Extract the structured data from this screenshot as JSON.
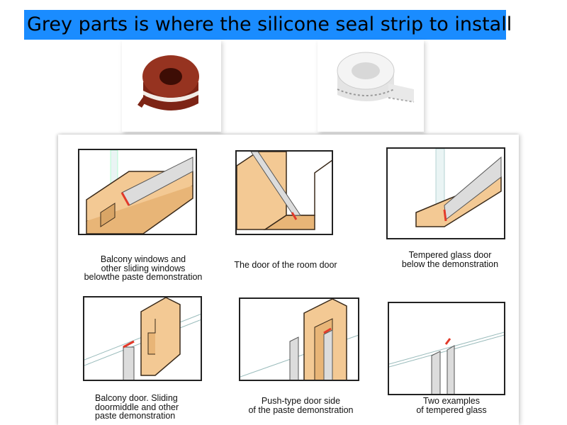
{
  "banner": {
    "text": "Grey parts is where the silicone seal strip to install"
  },
  "products": [
    {
      "name": "brown-seal-roll",
      "color": "#8a2b1a"
    },
    {
      "name": "white-seal-roll",
      "color": "#eeeeee"
    }
  ],
  "colors": {
    "banner_bg": "#1a8cff",
    "wood": "#f3c994",
    "wood_edge": "#3a2a1a",
    "seal": "#d9d9d9",
    "adhesive": "#e23a2a",
    "glass": "#eaf4f4"
  },
  "captions": [
    "Balcony windows and\nother sliding windows\nbelowthe paste demonstration",
    "The door of the room door",
    "Tempered glass door\nbelow the demonstration",
    "Balcony door. Sliding\ndoormiddle and other\npaste demonstration",
    "Push-type door side\nof the paste demonstration",
    "Two examples\nof tempered glass"
  ]
}
